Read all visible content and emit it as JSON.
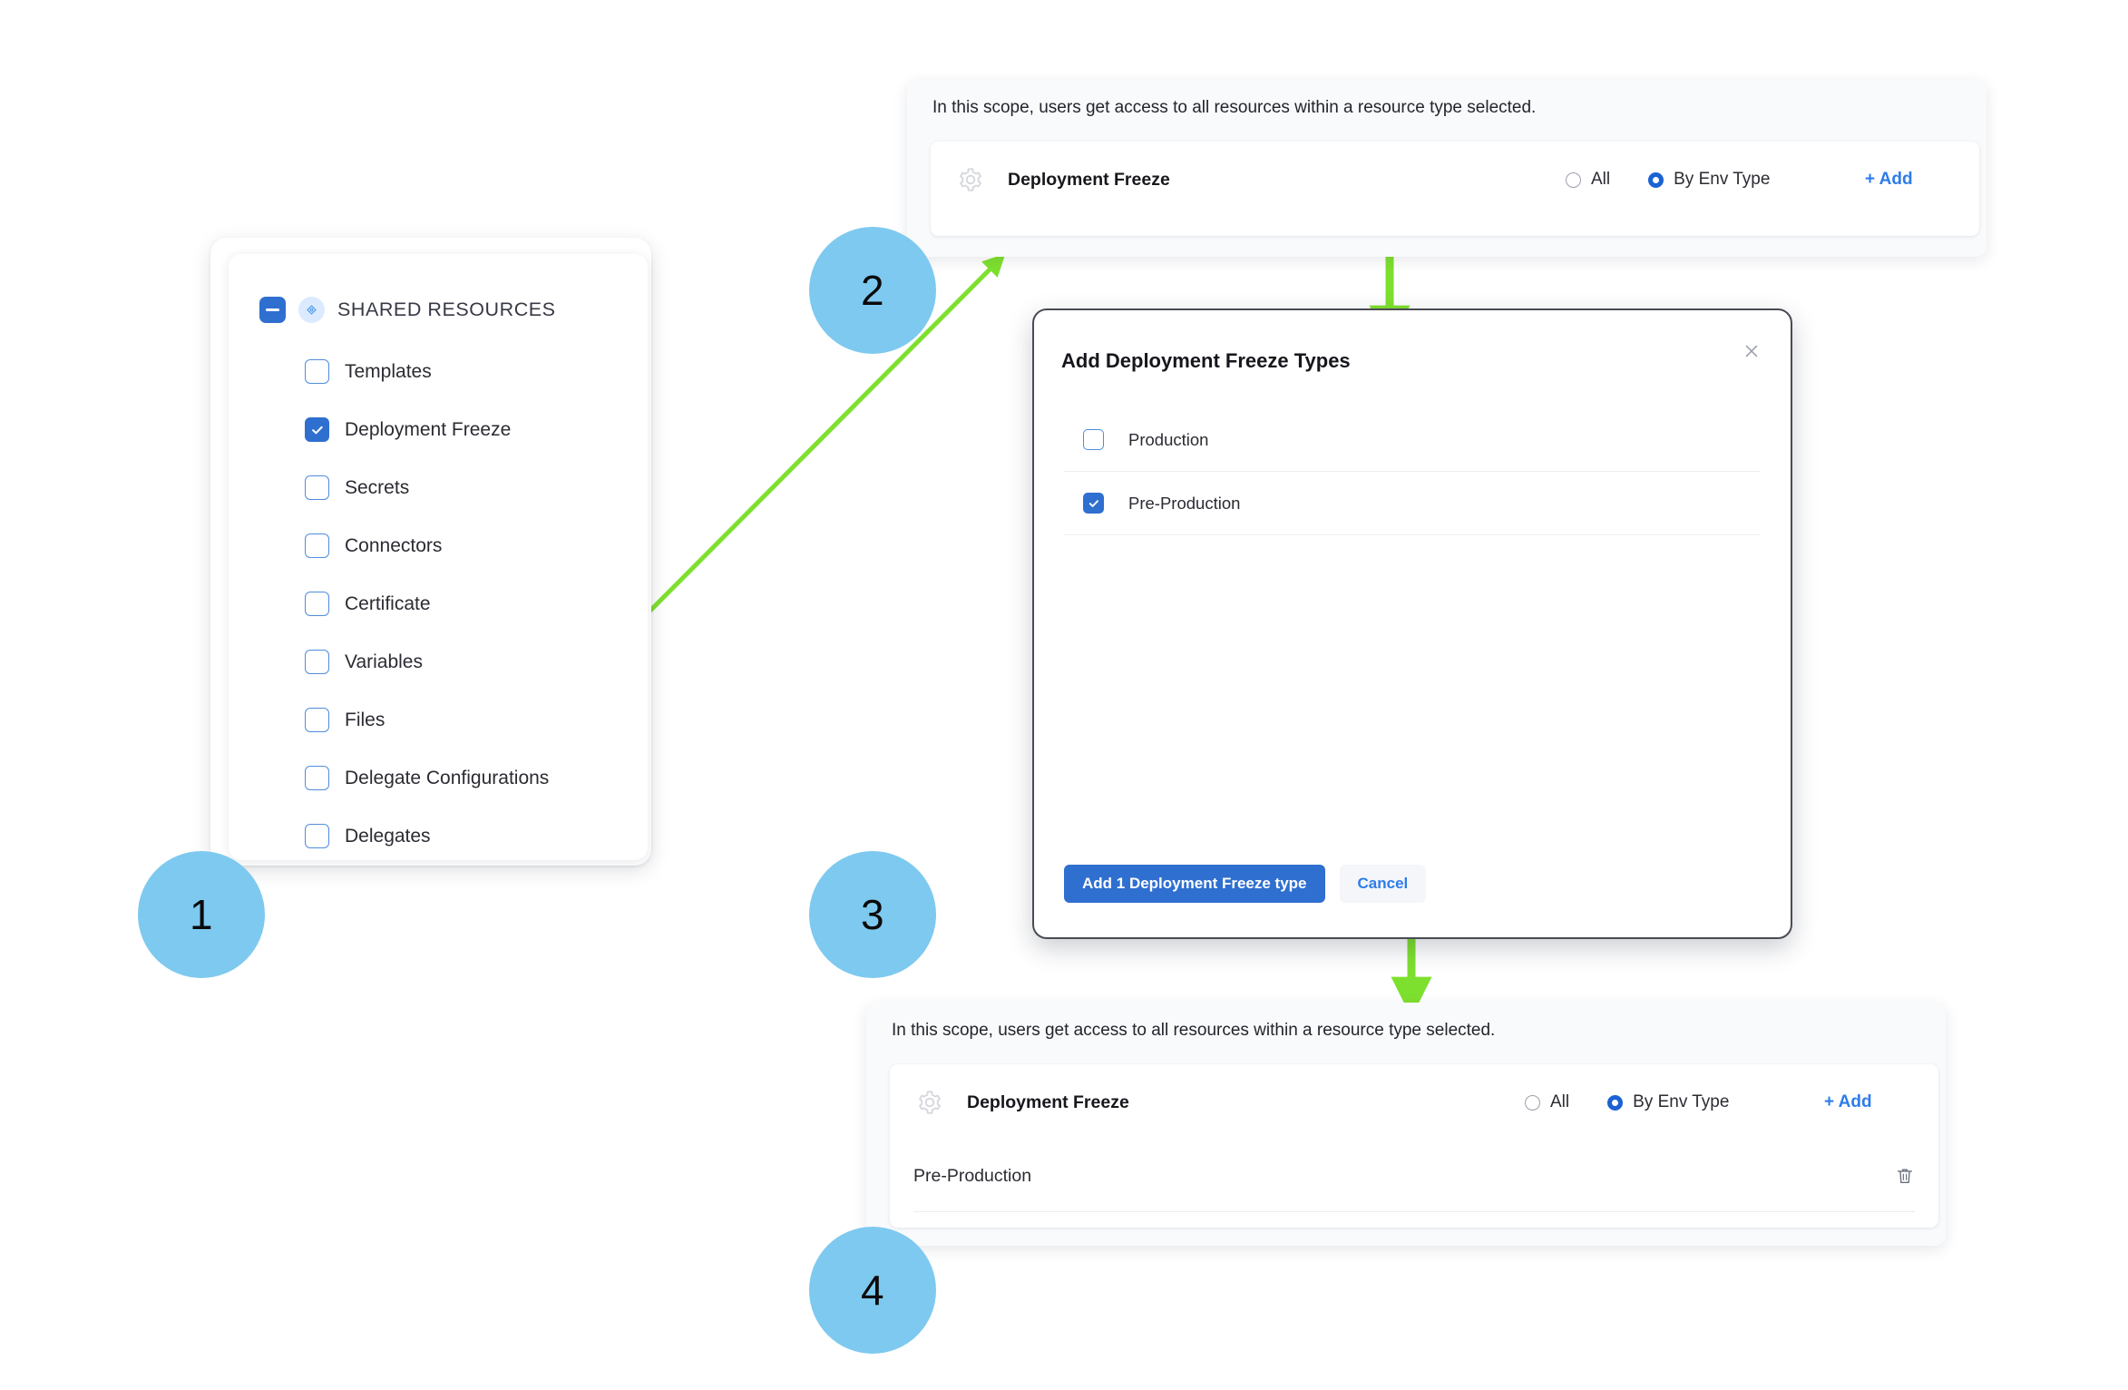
{
  "steps": [
    {
      "number": "1"
    },
    {
      "number": "2"
    },
    {
      "number": "3"
    },
    {
      "number": "4"
    }
  ],
  "colors": {
    "step_circle": "#7ec9ef",
    "arrow_green": "#7ee02e",
    "accent_blue": "#2f6fd0",
    "link_blue": "#2e7cea",
    "panel_bg": "#f9fafc",
    "modal_border": "#4a4b55"
  },
  "sidebar": {
    "header": {
      "label": "SHARED RESOURCES",
      "checkbox_state": "indeterminate",
      "badge_icon": "resource-node-icon"
    },
    "items": [
      {
        "label": "Templates",
        "checked": false
      },
      {
        "label": "Deployment Freeze",
        "checked": true
      },
      {
        "label": "Secrets",
        "checked": false
      },
      {
        "label": "Connectors",
        "checked": false
      },
      {
        "label": "Certificate",
        "checked": false
      },
      {
        "label": "Variables",
        "checked": false
      },
      {
        "label": "Files",
        "checked": false
      },
      {
        "label": "Delegate Configurations",
        "checked": false
      },
      {
        "label": "Delegates",
        "checked": false
      }
    ]
  },
  "scope_panel_top": {
    "note": "In this scope, users get access to all resources within a resource type selected.",
    "resource_name": "Deployment Freeze",
    "resource_icon": "gear-icon",
    "radio_options": [
      {
        "label": "All",
        "selected": false
      },
      {
        "label": "By Env Type",
        "selected": true
      }
    ],
    "add_label": "+ Add",
    "selected_items": []
  },
  "modal": {
    "title": "Add Deployment Freeze Types",
    "close_icon": "close-icon",
    "items": [
      {
        "label": "Production",
        "checked": false
      },
      {
        "label": "Pre-Production",
        "checked": true
      }
    ],
    "primary_button": "Add 1 Deployment Freeze type",
    "secondary_button": "Cancel"
  },
  "scope_panel_bottom": {
    "note": "In this scope, users get access to all resources within a resource type selected.",
    "resource_name": "Deployment Freeze",
    "resource_icon": "gear-icon",
    "radio_options": [
      {
        "label": "All",
        "selected": false
      },
      {
        "label": "By Env Type",
        "selected": true
      }
    ],
    "add_label": "+ Add",
    "selected_items": [
      {
        "label": "Pre-Production",
        "delete_icon": "trash-icon"
      }
    ]
  }
}
